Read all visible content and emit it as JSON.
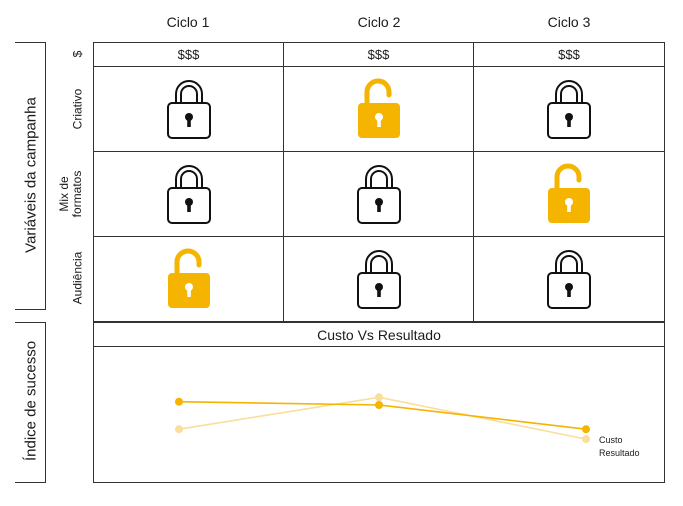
{
  "cycles": [
    "Ciclo 1",
    "Ciclo 2",
    "Ciclo 3"
  ],
  "section_labels": {
    "campaign_variables": "Variáveis da campanha",
    "success_index": "Índice de sucesso"
  },
  "rows": {
    "budget": {
      "label": "$",
      "values": [
        "$$$",
        "$$$",
        "$$$"
      ]
    },
    "variables": [
      {
        "label_lines": [
          "Criativo"
        ],
        "unlocked": [
          false,
          true,
          false
        ]
      },
      {
        "label_lines": [
          "Mix de",
          "formatos"
        ],
        "unlocked": [
          false,
          false,
          true
        ]
      },
      {
        "label_lines": [
          "Audiência"
        ],
        "unlocked": [
          true,
          false,
          false
        ]
      }
    ]
  },
  "icons": {
    "locked": "padlock-closed-icon",
    "unlocked": "padlock-open-icon"
  },
  "colors": {
    "accent": "#F4B400",
    "result": "#F9DE9C",
    "line": "#333333"
  },
  "success_header": "Custo Vs Resultado",
  "chart_data": {
    "type": "line",
    "categories": [
      "Ciclo 1",
      "Ciclo 2",
      "Ciclo 3"
    ],
    "series": [
      {
        "name": "Custo",
        "values": [
          0.63,
          0.6,
          0.38
        ],
        "color": "#F4B400"
      },
      {
        "name": "Resultado",
        "values": [
          0.38,
          0.67,
          0.29
        ],
        "color": "#F9DE9C"
      }
    ],
    "ylim": [
      0,
      1
    ],
    "legend": "right",
    "grid": false
  }
}
